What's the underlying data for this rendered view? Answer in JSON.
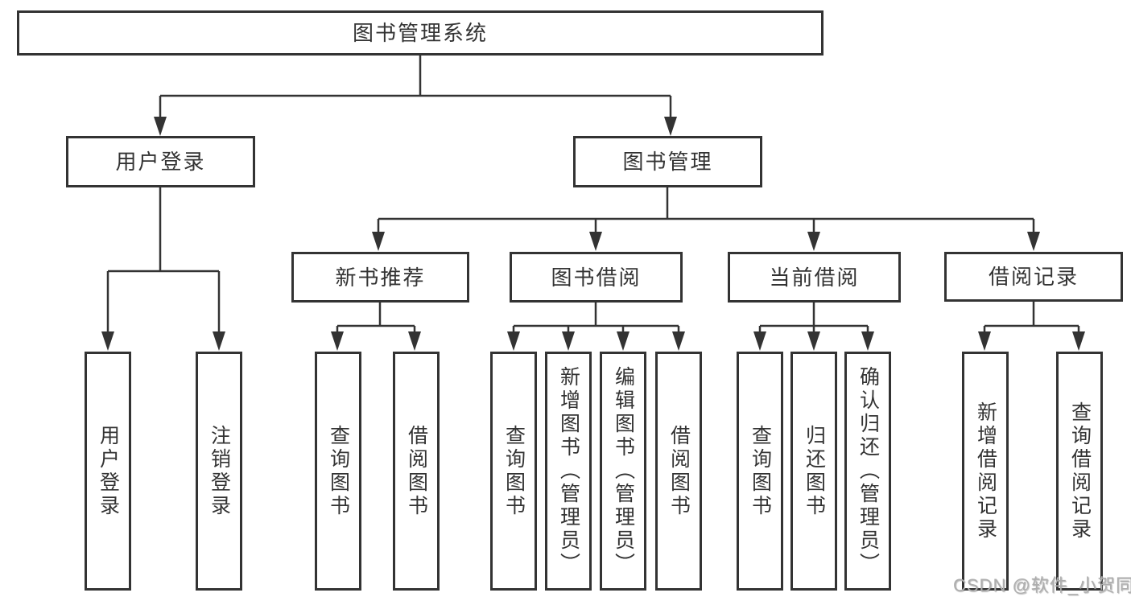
{
  "diagram": {
    "root_label": "图书管理系统",
    "level2": [
      "用户登录",
      "图书管理"
    ],
    "level3": [
      "新书推荐",
      "图书借阅",
      "当前借阅",
      "借阅记录"
    ],
    "leaves": [
      "用户登录",
      "注销登录",
      "查询图书",
      "借阅图书",
      "查询图书",
      "新增图书（管理员）",
      "编辑图书（管理员）",
      "借阅图书",
      "查询图书",
      "归还图书",
      "确认归还（管理员）",
      "新增借阅记录",
      "查询借阅记录"
    ]
  },
  "watermark": "CSDN @软件_小贺同学",
  "colors": {
    "line": "#333333",
    "text": "#333333",
    "watermark": "#aeaeae",
    "background": "#ffffff"
  }
}
